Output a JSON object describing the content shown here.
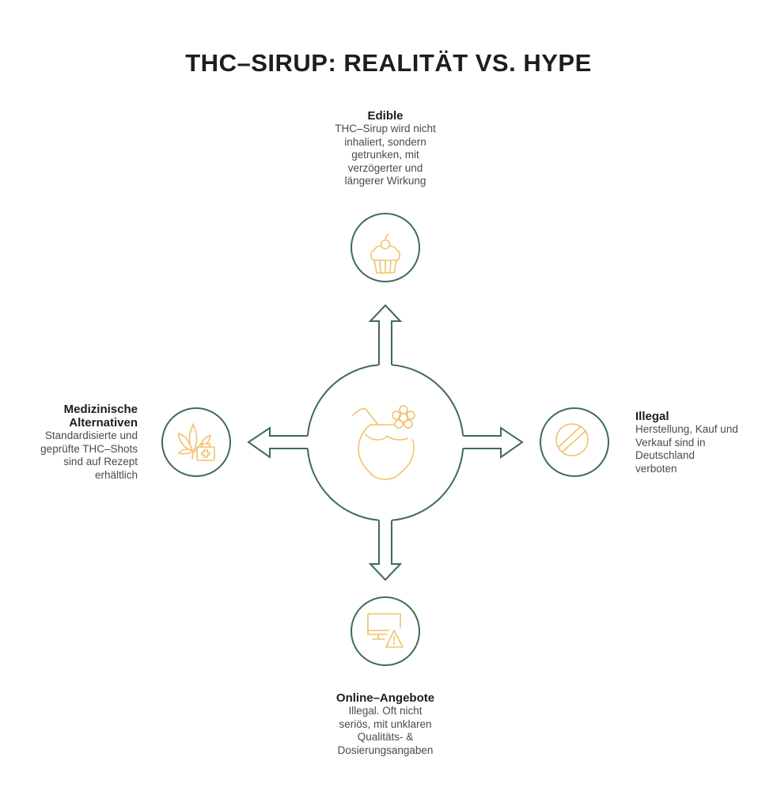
{
  "title": "THC–SIRUP: REALITÄT VS. HYPE",
  "colors": {
    "outline": "#3e6b57",
    "icon": "#f2c26b",
    "heading": "#1d1d1f",
    "text": "#4a4a4a",
    "background": "#ffffff"
  },
  "center": {
    "icon": "coconut-drink-flower-icon"
  },
  "nodes": {
    "top": {
      "heading": "Edible",
      "lines": [
        "THC–Sirup wird nicht",
        "inhaliert, sondern",
        "getrunken, mit",
        "verzögerter und",
        "längerer Wirkung"
      ],
      "icon": "cupcake-icon"
    },
    "left": {
      "heading_lines": [
        "Medizinische",
        "Alternativen"
      ],
      "lines": [
        "Standardisierte und",
        "geprüfte THC–Shots",
        "sind auf Rezept",
        "erhältlich"
      ],
      "icon": "cannabis-leaf-medical-kit-icon"
    },
    "right": {
      "heading": "Illegal",
      "lines": [
        "Herstellung, Kauf und",
        "Verkauf sind in",
        "Deutschland",
        "verboten"
      ],
      "icon": "prohibited-sign-icon"
    },
    "bottom": {
      "heading": "Online–Angebote",
      "lines": [
        "Illegal. Oft nicht",
        "seriös, mit unklaren",
        "Qualitäts-  &",
        "Dosierungsangaben"
      ],
      "icon": "computer-warning-icon"
    }
  }
}
